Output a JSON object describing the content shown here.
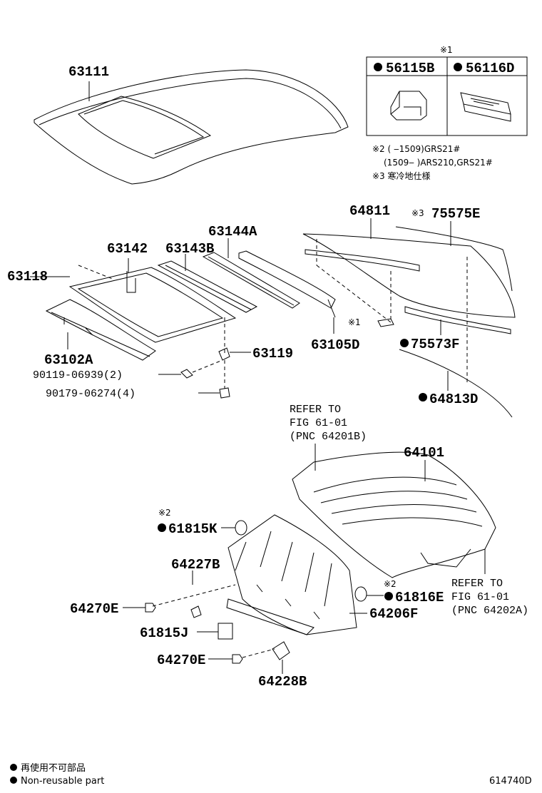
{
  "labels": {
    "p63111": "63111",
    "p56115b": "56115B",
    "p56116d": "56116D",
    "note_mark1": "※1",
    "note2_line1": "※2 (    ‒1509)GRS21#",
    "note2_line2": "(1509‒      )ARS210,GRS21#",
    "note3": "※3 寒冷地仕様",
    "p64811": "64811",
    "p75575e_mark": "※3",
    "p75575e": "75575E",
    "p63142": "63142",
    "p63143b": "63143B",
    "p63144a": "63144A",
    "p63118": "63118",
    "p63102a": "63102A",
    "p63119": "63119",
    "p90119": "90119-06939(2)",
    "p90179": "90179-06274(4)",
    "p63105d": "63105D",
    "mark1_small": "※1",
    "p75573f": "75573F",
    "p64813d": "64813D",
    "refer_top_1": "REFER TO",
    "refer_top_2": "FIG 61-01",
    "refer_top_3": "(PNC 64201B)",
    "p64101": "64101",
    "mark2_a": "※2",
    "p61815k": "61815K",
    "p64227b": "64227B",
    "mark2_b": "※2",
    "p61816e": "61816E",
    "p64270e_1": "64270E",
    "p64206f": "64206F",
    "p61815j": "61815J",
    "p64270e_2": "64270E",
    "p64228b": "64228B",
    "refer_bot_1": "REFER TO",
    "refer_bot_2": "FIG 61-01",
    "refer_bot_3": "(PNC 64202A)",
    "legend_jp": "再使用不可部品",
    "legend_en": "Non-reusable part",
    "figure_id": "614740D"
  }
}
